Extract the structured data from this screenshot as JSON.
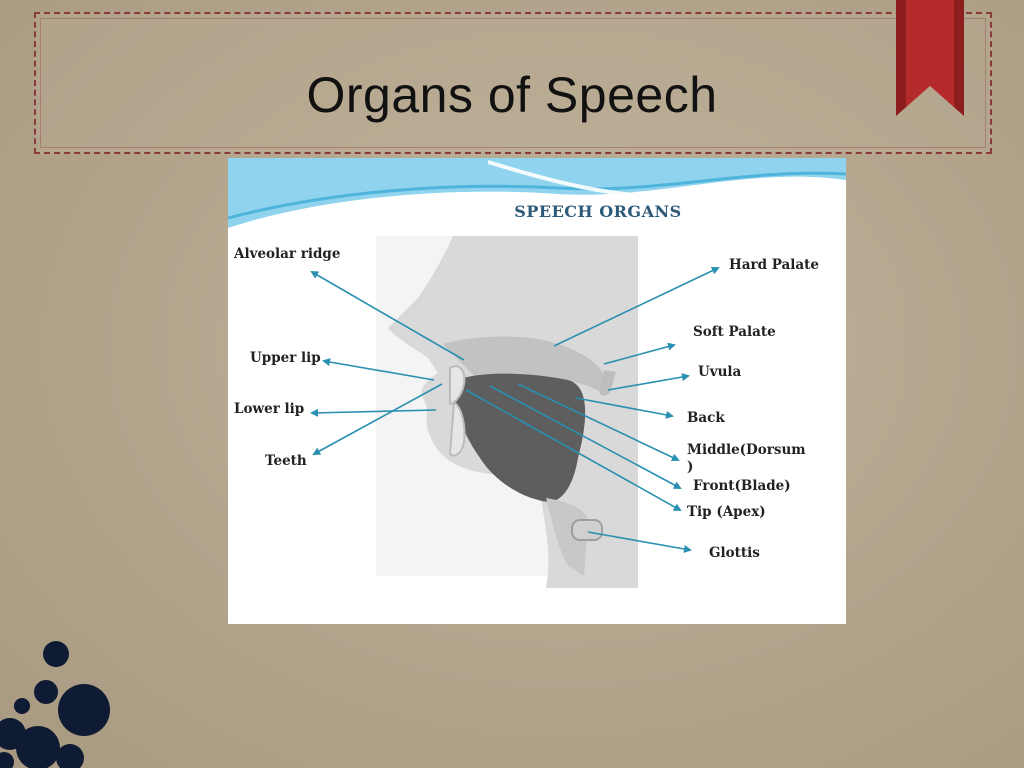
{
  "slide": {
    "title": "Organs of Speech"
  },
  "diagram": {
    "heading": "SPEECH ORGANS",
    "labels": {
      "alveolar_ridge": "Alveolar ridge",
      "upper_lip": "Upper lip",
      "lower_lip": "Lower lip",
      "teeth": "Teeth",
      "hard_palate": "Hard Palate",
      "soft_palate": "Soft Palate",
      "uvula": "Uvula",
      "back": "Back",
      "middle_line1": "Middle(Dorsum",
      "middle_line2": ")",
      "front": "Front(Blade)",
      "tip": "Tip (Apex)",
      "glottis": "Glottis"
    }
  },
  "colors": {
    "background": "#b4a68d",
    "frame_border": "#8b3a3a",
    "bookmark": "#b52a2a",
    "arrow": "#2a8fb0",
    "tongue": "#5e5e5e",
    "tract": "#c8c8c8",
    "wave": "#6ec6e6",
    "splat": "#0f1a33"
  }
}
